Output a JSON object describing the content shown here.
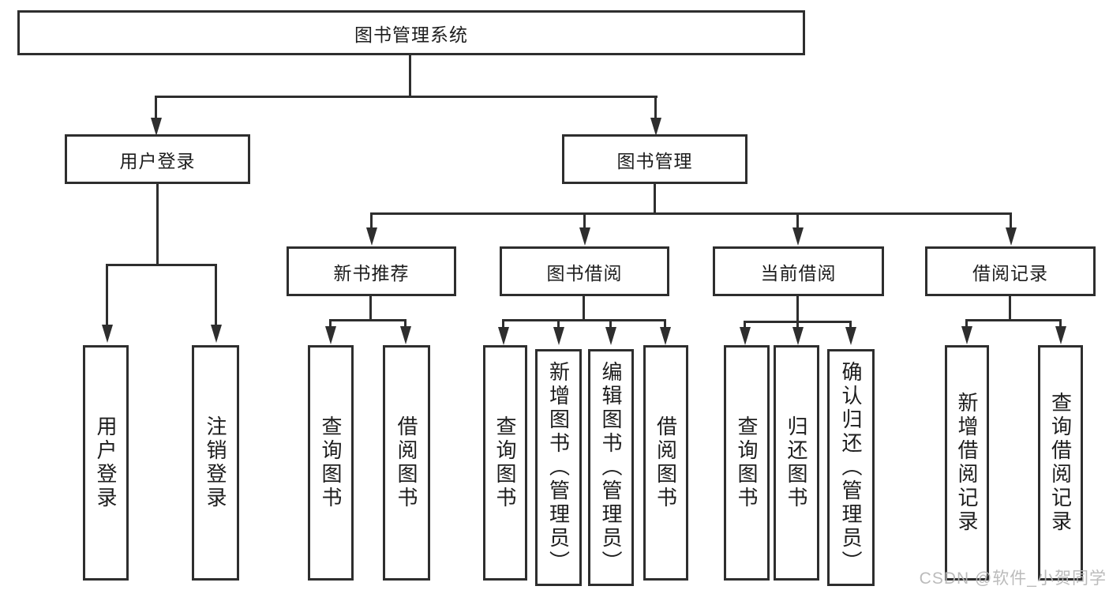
{
  "colors": {
    "line": "#2e2e2e",
    "text": "#1d1d1d",
    "box_background": "#ffffff",
    "watermark": "#b7b7b7"
  },
  "watermark": {
    "text": "CSDN @软件_小贺同学"
  },
  "nodes": {
    "root": "图书管理系统",
    "user_login": "用户登录",
    "book_mgmt": "图书管理",
    "new_book": "新书推荐",
    "book_borrow": "图书借阅",
    "current_borrow": "当前借阅",
    "borrow_records": "借阅记录",
    "user_leaves": [
      "用户登录",
      "注销登录"
    ],
    "new_book_leaves": [
      "查询图书",
      "借阅图书"
    ],
    "book_borrow_leaves": [
      "查询图书",
      "新增图书（管理员）",
      "编辑图书（管理员）",
      "借阅图书"
    ],
    "current_borrow_leaves": [
      "查询图书",
      "归还图书",
      "确认归还（管理员）"
    ],
    "borrow_records_leaves": [
      "新增借阅记录",
      "查询借阅记录"
    ]
  }
}
